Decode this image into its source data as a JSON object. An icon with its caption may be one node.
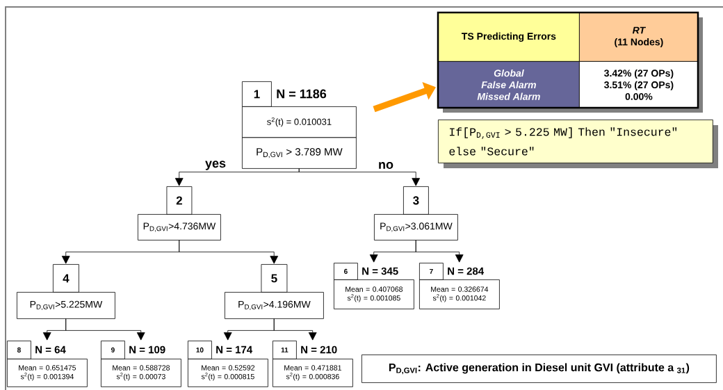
{
  "diagram": {
    "nodes": [
      {
        "text": [
          "1",
          "N = 1186",
          "s$^{2}$(t) = 0.010031",
          "P$_{D,GVI}$ > 3.789 MW"
        ]
      },
      {
        "text": [
          "2",
          "P$_{D,GVI}$>4.736MW"
        ]
      },
      {
        "text": [
          "3",
          "P$_{D,GVI}$>3.061MW"
        ]
      },
      {
        "text": [
          "4",
          "P$_{D,GVI}$>5.225MW"
        ]
      },
      {
        "text": [
          "5",
          "P$_{D,GVI}$>4.196MW"
        ]
      },
      {
        "text": [
          "6",
          "N = 345",
          "Mean = 0.407068",
          "s$^{2}$(t) = 0.001085"
        ]
      },
      {
        "text": [
          "7",
          "N = 284",
          "Mean = 0.326674",
          "s$^{2}$(t) = 0.001042"
        ]
      },
      {
        "text": [
          "8",
          "N = 64",
          "Mean = 0.651475",
          "s$^{2}$(t) = 0.001394"
        ]
      },
      {
        "text": [
          "9",
          "N = 109",
          "Mean = 0.588728",
          "s$^{2}$(t) = 0.00073"
        ]
      },
      {
        "text": [
          "10",
          "N = 174",
          "Mean = 0.52592",
          "s$^{2}$(t) = 0.000815"
        ]
      },
      {
        "text": [
          "11",
          "N = 210",
          "Mean = 0.471881",
          "s$^{2}$(t) = 0.000836"
        ]
      },
      {
        "text": [
          "TS Predicting Errors",
          "RT",
          "(11 Nodes)",
          "Global",
          "False Alarm",
          "Missed Alarm",
          "3.42% (27 OPs)",
          "3.51% (27 OPs)",
          "0.00%"
        ]
      },
      {
        "text": [
          "If[P$_{D,GVI}$ > 5.225 MW] Then \"Insecure\" else \"Secure\""
        ]
      },
      {
        "text": [
          "P$_{D,GVI}$: Active generation in Diesel unit GVI (attribute a $_{31}$)"
        ]
      }
    ],
    "edges": [
      {
        "from": 0,
        "to": 1,
        "arrow": "to",
        "label": "yes"
      },
      {
        "from": 0,
        "to": 2,
        "arrow": "to",
        "label": "no"
      },
      {
        "from": 1,
        "to": 3,
        "arrow": "to"
      },
      {
        "from": 1,
        "to": 4,
        "arrow": "to"
      },
      {
        "from": 2,
        "to": 5,
        "arrow": "to"
      },
      {
        "from": 2,
        "to": 6,
        "arrow": "to"
      },
      {
        "from": 3,
        "to": 7,
        "arrow": "to"
      },
      {
        "from": 3,
        "to": 8,
        "arrow": "to"
      },
      {
        "from": 4,
        "to": 9,
        "arrow": "to"
      },
      {
        "from": 4,
        "to": 10,
        "arrow": "to"
      },
      {
        "from": null,
        "to": 11,
        "arrow": "to",
        "style": "thick",
        "color": "#ff9900"
      }
    ]
  }
}
